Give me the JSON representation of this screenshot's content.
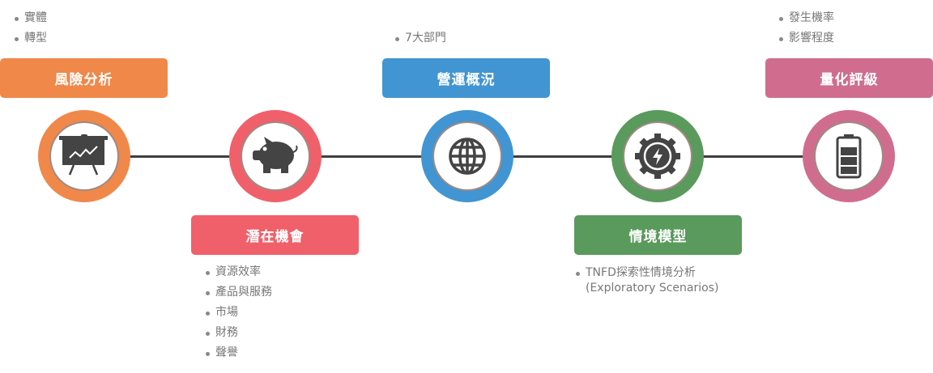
{
  "stages": [
    {
      "title": "風險分析",
      "color": "#F0884A",
      "icon": "presentation-chart-icon",
      "items": [
        "實體",
        "轉型"
      ]
    },
    {
      "title": "潛在機會",
      "color": "#F0606A",
      "icon": "piggy-bank-icon",
      "items": [
        "資源效率",
        "產品與服務",
        "市場",
        "財務",
        "聲譽"
      ]
    },
    {
      "title": "營運概況",
      "color": "#4195D2",
      "icon": "globe-icon",
      "items": [
        "7大部門"
      ]
    },
    {
      "title": "情境模型",
      "color": "#5A9A5C",
      "icon": "gear-bolt-icon",
      "items": [
        "TNFD探索性情境分析 (Exploratory Scenarios)"
      ]
    },
    {
      "title": "量化評級",
      "color": "#D06D8E",
      "icon": "battery-icon",
      "items": [
        "發生機率",
        "影響程度"
      ]
    }
  ]
}
